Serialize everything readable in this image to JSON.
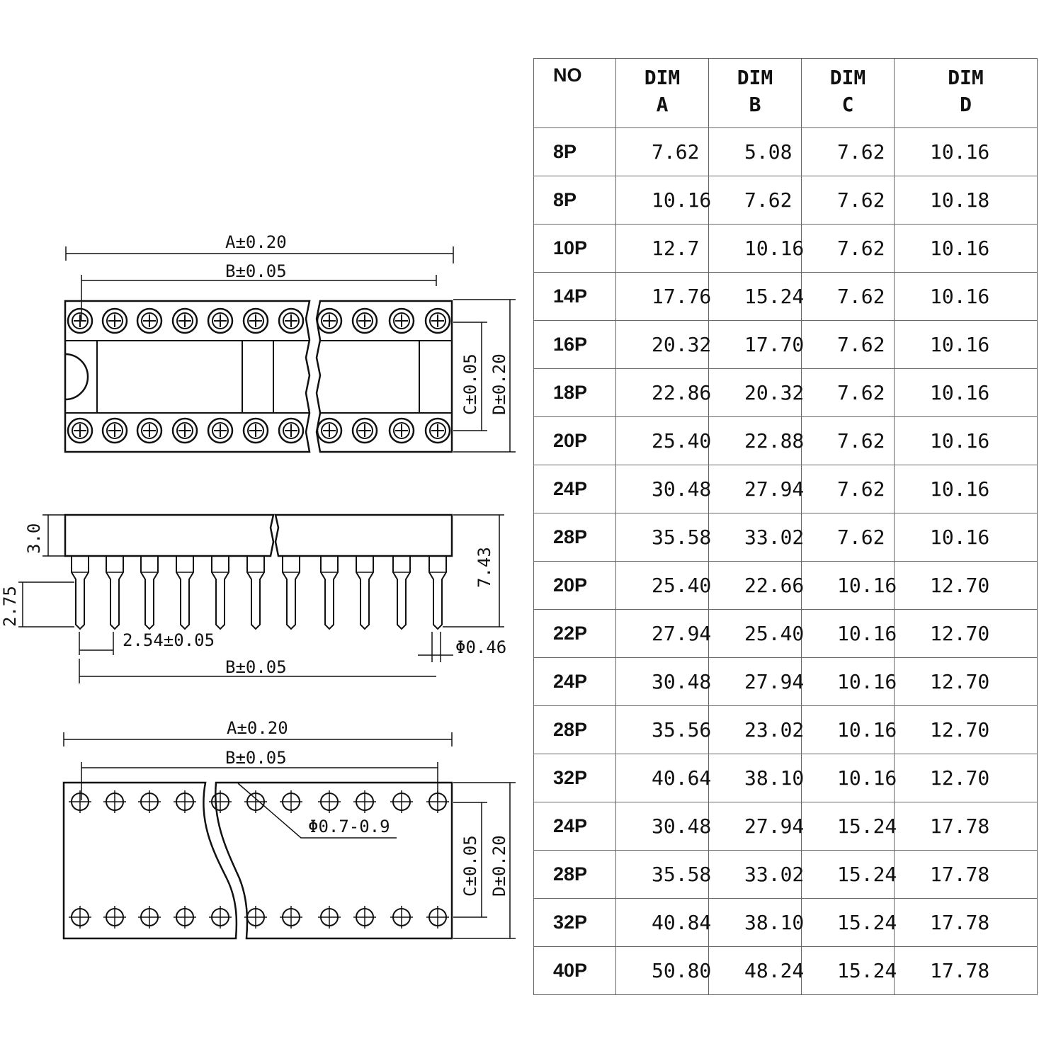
{
  "table": {
    "headers": [
      {
        "line1": "NO",
        "line2": ""
      },
      {
        "line1": "DIM",
        "line2": "A"
      },
      {
        "line1": "DIM",
        "line2": "B"
      },
      {
        "line1": "DIM",
        "line2": "C"
      },
      {
        "line1": "DIM",
        "line2": "D"
      }
    ],
    "rows": [
      [
        "8P",
        "7.62",
        "5.08",
        "7.62",
        "10.16"
      ],
      [
        "8P",
        "10.16",
        "7.62",
        "7.62",
        "10.18"
      ],
      [
        "10P",
        "12.7",
        "10.16",
        "7.62",
        "10.16"
      ],
      [
        "14P",
        "17.76",
        "15.24",
        "7.62",
        "10.16"
      ],
      [
        "16P",
        "20.32",
        "17.70",
        "7.62",
        "10.16"
      ],
      [
        "18P",
        "22.86",
        "20.32",
        "7.62",
        "10.16"
      ],
      [
        "20P",
        "25.40",
        "22.88",
        "7.62",
        "10.16"
      ],
      [
        "24P",
        "30.48",
        "27.94",
        "7.62",
        "10.16"
      ],
      [
        "28P",
        "35.58",
        "33.02",
        "7.62",
        "10.16"
      ],
      [
        "20P",
        "25.40",
        "22.66",
        "10.16",
        "12.70"
      ],
      [
        "22P",
        "27.94",
        "25.40",
        "10.16",
        "12.70"
      ],
      [
        "24P",
        "30.48",
        "27.94",
        "10.16",
        "12.70"
      ],
      [
        "28P",
        "35.56",
        "23.02",
        "10.16",
        "12.70"
      ],
      [
        "32P",
        "40.64",
        "38.10",
        "10.16",
        "12.70"
      ],
      [
        "24P",
        "30.48",
        "27.94",
        "15.24",
        "17.78"
      ],
      [
        "28P",
        "35.58",
        "33.02",
        "15.24",
        "17.78"
      ],
      [
        "32P",
        "40.84",
        "38.10",
        "15.24",
        "17.78"
      ],
      [
        "40P",
        "50.80",
        "48.24",
        "15.24",
        "17.78"
      ]
    ]
  },
  "top_view": {
    "dim_a": "A±0.20",
    "dim_b": "B±0.05",
    "dim_c": "C±0.05",
    "dim_d": "D±0.20"
  },
  "side_view": {
    "body_height": "3.0",
    "total_height": "7.43",
    "pin_length": "2.75",
    "pitch": "2.54±0.05",
    "pin_diameter": "Φ0.46",
    "dim_b": "B±0.05"
  },
  "pcb_view": {
    "dim_a": "A±0.20",
    "dim_b": "B±0.05",
    "dim_c": "C±0.05",
    "dim_d": "D±0.20",
    "hole_diameter": "Φ0.7-0.9"
  }
}
